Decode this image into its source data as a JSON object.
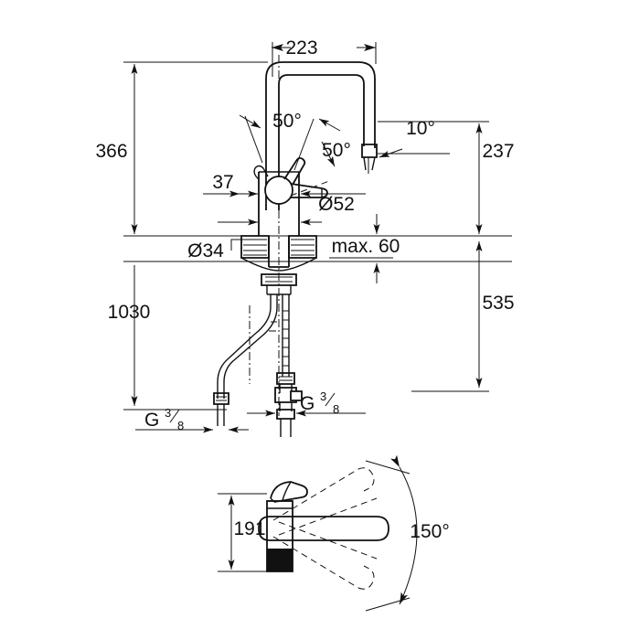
{
  "drawing": {
    "title": "Kitchen mixer tap technical dimension drawing",
    "background_color": "#ffffff",
    "line_color": "#111111",
    "units": "mm"
  },
  "main_view": {
    "name": "side-elevation",
    "dimensions": {
      "spout_reach": "223",
      "overall_height": "366",
      "hose_length": "1030",
      "spout_height_above_counter": "237",
      "height_below_counter": "535",
      "handle_offset": "37",
      "body_diameter": "Ø52",
      "base_diameter": "Ø34",
      "counter_thickness": "max. 60",
      "handle_angle_left": "50°",
      "handle_angle_right": "50°",
      "spout_tilt_angle": "10°",
      "inlet_thread_left": "G",
      "inlet_thread_left_num": "3",
      "inlet_thread_left_den": "8",
      "inlet_thread_right": "G",
      "inlet_thread_right_num": "3",
      "inlet_thread_right_den": "8"
    }
  },
  "top_view": {
    "name": "plan-view",
    "dimensions": {
      "spout_length": "191",
      "swivel_range": "150°"
    }
  },
  "chart_data": {
    "type": "table",
    "title": "Faucet dimension callouts",
    "categories": [
      "223",
      "366",
      "1030",
      "237",
      "535",
      "37",
      "Ø52",
      "Ø34",
      "max. 60",
      "50°",
      "50°",
      "10°",
      "G 3/8",
      "G 3/8",
      "191",
      "150°"
    ],
    "values": [
      223,
      366,
      1030,
      237,
      535,
      37,
      52,
      34,
      60,
      50,
      50,
      10,
      0.375,
      0.375,
      191,
      150
    ]
  }
}
